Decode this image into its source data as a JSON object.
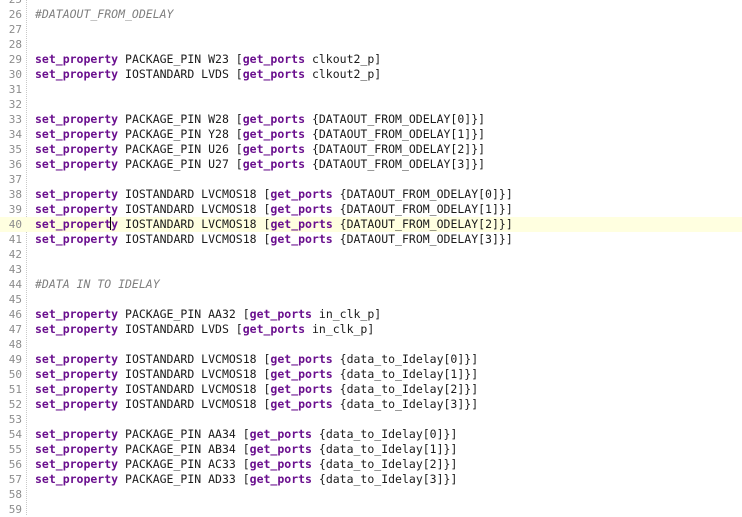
{
  "editor": {
    "first_line_number": 25,
    "current_line_number": 40,
    "colors": {
      "keyword": "#6a0f8e",
      "comment": "#7f7f7f",
      "current_line_bg": "#ffffe0",
      "line_number": "#8c8c8c"
    },
    "lines": [
      {
        "n": "25",
        "tokens": []
      },
      {
        "n": "26",
        "tokens": [
          {
            "t": "#DATAOUT_FROM_ODELAY",
            "c": "cm"
          }
        ]
      },
      {
        "n": "27",
        "tokens": []
      },
      {
        "n": "28",
        "tokens": []
      },
      {
        "n": "29",
        "tokens": [
          {
            "t": "set_property",
            "c": "kw"
          },
          {
            "t": " PACKAGE_PIN W23 [",
            "c": ""
          },
          {
            "t": "get_ports",
            "c": "kw"
          },
          {
            "t": " clkout2_p]",
            "c": ""
          }
        ]
      },
      {
        "n": "30",
        "tokens": [
          {
            "t": "set_property",
            "c": "kw"
          },
          {
            "t": " IOSTANDARD LVDS [",
            "c": ""
          },
          {
            "t": "get_ports",
            "c": "kw"
          },
          {
            "t": " clkout2_p]",
            "c": ""
          }
        ]
      },
      {
        "n": "31",
        "tokens": []
      },
      {
        "n": "32",
        "tokens": []
      },
      {
        "n": "33",
        "tokens": [
          {
            "t": "set_property",
            "c": "kw"
          },
          {
            "t": " PACKAGE_PIN W28 [",
            "c": ""
          },
          {
            "t": "get_ports",
            "c": "kw"
          },
          {
            "t": " {DATAOUT_FROM_ODELAY[0]}]",
            "c": ""
          }
        ]
      },
      {
        "n": "34",
        "tokens": [
          {
            "t": "set_property",
            "c": "kw"
          },
          {
            "t": " PACKAGE_PIN Y28 [",
            "c": ""
          },
          {
            "t": "get_ports",
            "c": "kw"
          },
          {
            "t": " {DATAOUT_FROM_ODELAY[1]}]",
            "c": ""
          }
        ]
      },
      {
        "n": "35",
        "tokens": [
          {
            "t": "set_property",
            "c": "kw"
          },
          {
            "t": " PACKAGE_PIN U26 [",
            "c": ""
          },
          {
            "t": "get_ports",
            "c": "kw"
          },
          {
            "t": " {DATAOUT_FROM_ODELAY[2]}]",
            "c": ""
          }
        ]
      },
      {
        "n": "36",
        "tokens": [
          {
            "t": "set_property",
            "c": "kw"
          },
          {
            "t": " PACKAGE_PIN U27 [",
            "c": ""
          },
          {
            "t": "get_ports",
            "c": "kw"
          },
          {
            "t": " {DATAOUT_FROM_ODELAY[3]}]",
            "c": ""
          }
        ]
      },
      {
        "n": "37",
        "tokens": []
      },
      {
        "n": "38",
        "tokens": [
          {
            "t": "set_property",
            "c": "kw"
          },
          {
            "t": " IOSTANDARD LVCMOS18 [",
            "c": ""
          },
          {
            "t": "get_ports",
            "c": "kw"
          },
          {
            "t": " {DATAOUT_FROM_ODELAY[0]}]",
            "c": ""
          }
        ]
      },
      {
        "n": "39",
        "tokens": [
          {
            "t": "set_property",
            "c": "kw"
          },
          {
            "t": " IOSTANDARD LVCMOS18 [",
            "c": ""
          },
          {
            "t": "get_ports",
            "c": "kw"
          },
          {
            "t": " {DATAOUT_FROM_ODELAY[1]}]",
            "c": ""
          }
        ]
      },
      {
        "n": "40",
        "tokens": [
          {
            "t": "set_property",
            "c": "kw"
          },
          {
            "t": " IOSTANDARD LVCMOS18 [",
            "c": ""
          },
          {
            "t": "get_ports",
            "c": "kw"
          },
          {
            "t": " {DATAOUT_FROM_ODELAY[2]}]",
            "c": ""
          }
        ],
        "caret_after_chars": 11
      },
      {
        "n": "41",
        "tokens": [
          {
            "t": "set_property",
            "c": "kw"
          },
          {
            "t": " IOSTANDARD LVCMOS18 [",
            "c": ""
          },
          {
            "t": "get_ports",
            "c": "kw"
          },
          {
            "t": " {DATAOUT_FROM_ODELAY[3]}]",
            "c": ""
          }
        ]
      },
      {
        "n": "42",
        "tokens": []
      },
      {
        "n": "43",
        "tokens": []
      },
      {
        "n": "44",
        "tokens": [
          {
            "t": "#DATA IN TO IDELAY",
            "c": "cm"
          }
        ]
      },
      {
        "n": "45",
        "tokens": []
      },
      {
        "n": "46",
        "tokens": [
          {
            "t": "set_property",
            "c": "kw"
          },
          {
            "t": " PACKAGE_PIN AA32 [",
            "c": ""
          },
          {
            "t": "get_ports",
            "c": "kw"
          },
          {
            "t": " in_clk_p]",
            "c": ""
          }
        ]
      },
      {
        "n": "47",
        "tokens": [
          {
            "t": "set_property",
            "c": "kw"
          },
          {
            "t": " IOSTANDARD LVDS [",
            "c": ""
          },
          {
            "t": "get_ports",
            "c": "kw"
          },
          {
            "t": " in_clk_p]",
            "c": ""
          }
        ]
      },
      {
        "n": "48",
        "tokens": []
      },
      {
        "n": "49",
        "tokens": [
          {
            "t": "set_property",
            "c": "kw"
          },
          {
            "t": " IOSTANDARD LVCMOS18 [",
            "c": ""
          },
          {
            "t": "get_ports",
            "c": "kw"
          },
          {
            "t": " {data_to_Idelay[0]}]",
            "c": ""
          }
        ]
      },
      {
        "n": "50",
        "tokens": [
          {
            "t": "set_property",
            "c": "kw"
          },
          {
            "t": " IOSTANDARD LVCMOS18 [",
            "c": ""
          },
          {
            "t": "get_ports",
            "c": "kw"
          },
          {
            "t": " {data_to_Idelay[1]}]",
            "c": ""
          }
        ]
      },
      {
        "n": "51",
        "tokens": [
          {
            "t": "set_property",
            "c": "kw"
          },
          {
            "t": " IOSTANDARD LVCMOS18 [",
            "c": ""
          },
          {
            "t": "get_ports",
            "c": "kw"
          },
          {
            "t": " {data_to_Idelay[2]}]",
            "c": ""
          }
        ]
      },
      {
        "n": "52",
        "tokens": [
          {
            "t": "set_property",
            "c": "kw"
          },
          {
            "t": " IOSTANDARD LVCMOS18 [",
            "c": ""
          },
          {
            "t": "get_ports",
            "c": "kw"
          },
          {
            "t": " {data_to_Idelay[3]}]",
            "c": ""
          }
        ]
      },
      {
        "n": "53",
        "tokens": []
      },
      {
        "n": "54",
        "tokens": [
          {
            "t": "set_property",
            "c": "kw"
          },
          {
            "t": " PACKAGE_PIN AA34 [",
            "c": ""
          },
          {
            "t": "get_ports",
            "c": "kw"
          },
          {
            "t": " {data_to_Idelay[0]}]",
            "c": ""
          }
        ]
      },
      {
        "n": "55",
        "tokens": [
          {
            "t": "set_property",
            "c": "kw"
          },
          {
            "t": " PACKAGE_PIN AB34 [",
            "c": ""
          },
          {
            "t": "get_ports",
            "c": "kw"
          },
          {
            "t": " {data_to_Idelay[1]}]",
            "c": ""
          }
        ]
      },
      {
        "n": "56",
        "tokens": [
          {
            "t": "set_property",
            "c": "kw"
          },
          {
            "t": " PACKAGE_PIN AC33 [",
            "c": ""
          },
          {
            "t": "get_ports",
            "c": "kw"
          },
          {
            "t": " {data_to_Idelay[2]}]",
            "c": ""
          }
        ]
      },
      {
        "n": "57",
        "tokens": [
          {
            "t": "set_property",
            "c": "kw"
          },
          {
            "t": " PACKAGE_PIN AD33 [",
            "c": ""
          },
          {
            "t": "get_ports",
            "c": "kw"
          },
          {
            "t": " {data_to_Idelay[3]}]",
            "c": ""
          }
        ]
      },
      {
        "n": "58",
        "tokens": []
      },
      {
        "n": "59",
        "tokens": []
      }
    ]
  }
}
